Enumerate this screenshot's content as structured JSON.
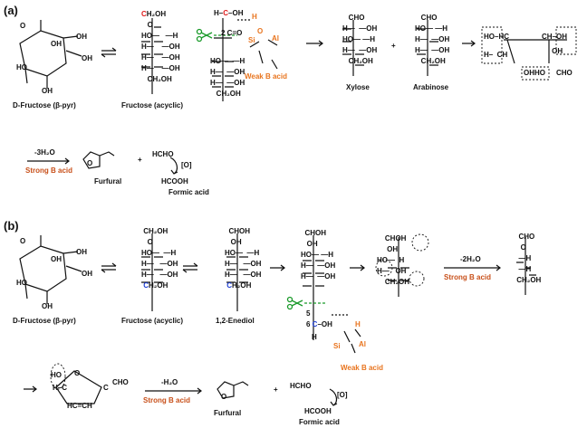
{
  "panel_a": {
    "label": "(a)",
    "fructose_pyr": "D-Fructose (β-pyr)",
    "fructose_acyclic": "Fructose (acyclic)",
    "weak_acid": "Weak B acid",
    "xylose": "Xylose",
    "arabinose": "Arabinose",
    "plus": "+",
    "dehydration": "-3H₂O",
    "strong_acid": "Strong B acid",
    "furfural": "Furfural",
    "formic_acid": "Formic acid",
    "hcho": "HCHO",
    "hcooh": "HCOOH",
    "ox": "[O]"
  },
  "panel_b": {
    "label": "(b)",
    "fructose_pyr": "D-Fructose (β-pyr)",
    "fructose_acyclic": "Fructose (acyclic)",
    "enediol": "1,2-Enediol",
    "weak_acid": "Weak B acid",
    "dehydration1": "-2H₂O",
    "strong_acid1": "Strong B acid",
    "dehydration2": "-H₂O",
    "strong_acid2": "Strong B acid",
    "furfural": "Furfural",
    "formic_acid": "Formic acid",
    "plus": "+",
    "hcho": "HCHO",
    "hcooh": "HCOOH",
    "ox": "[O]"
  }
}
